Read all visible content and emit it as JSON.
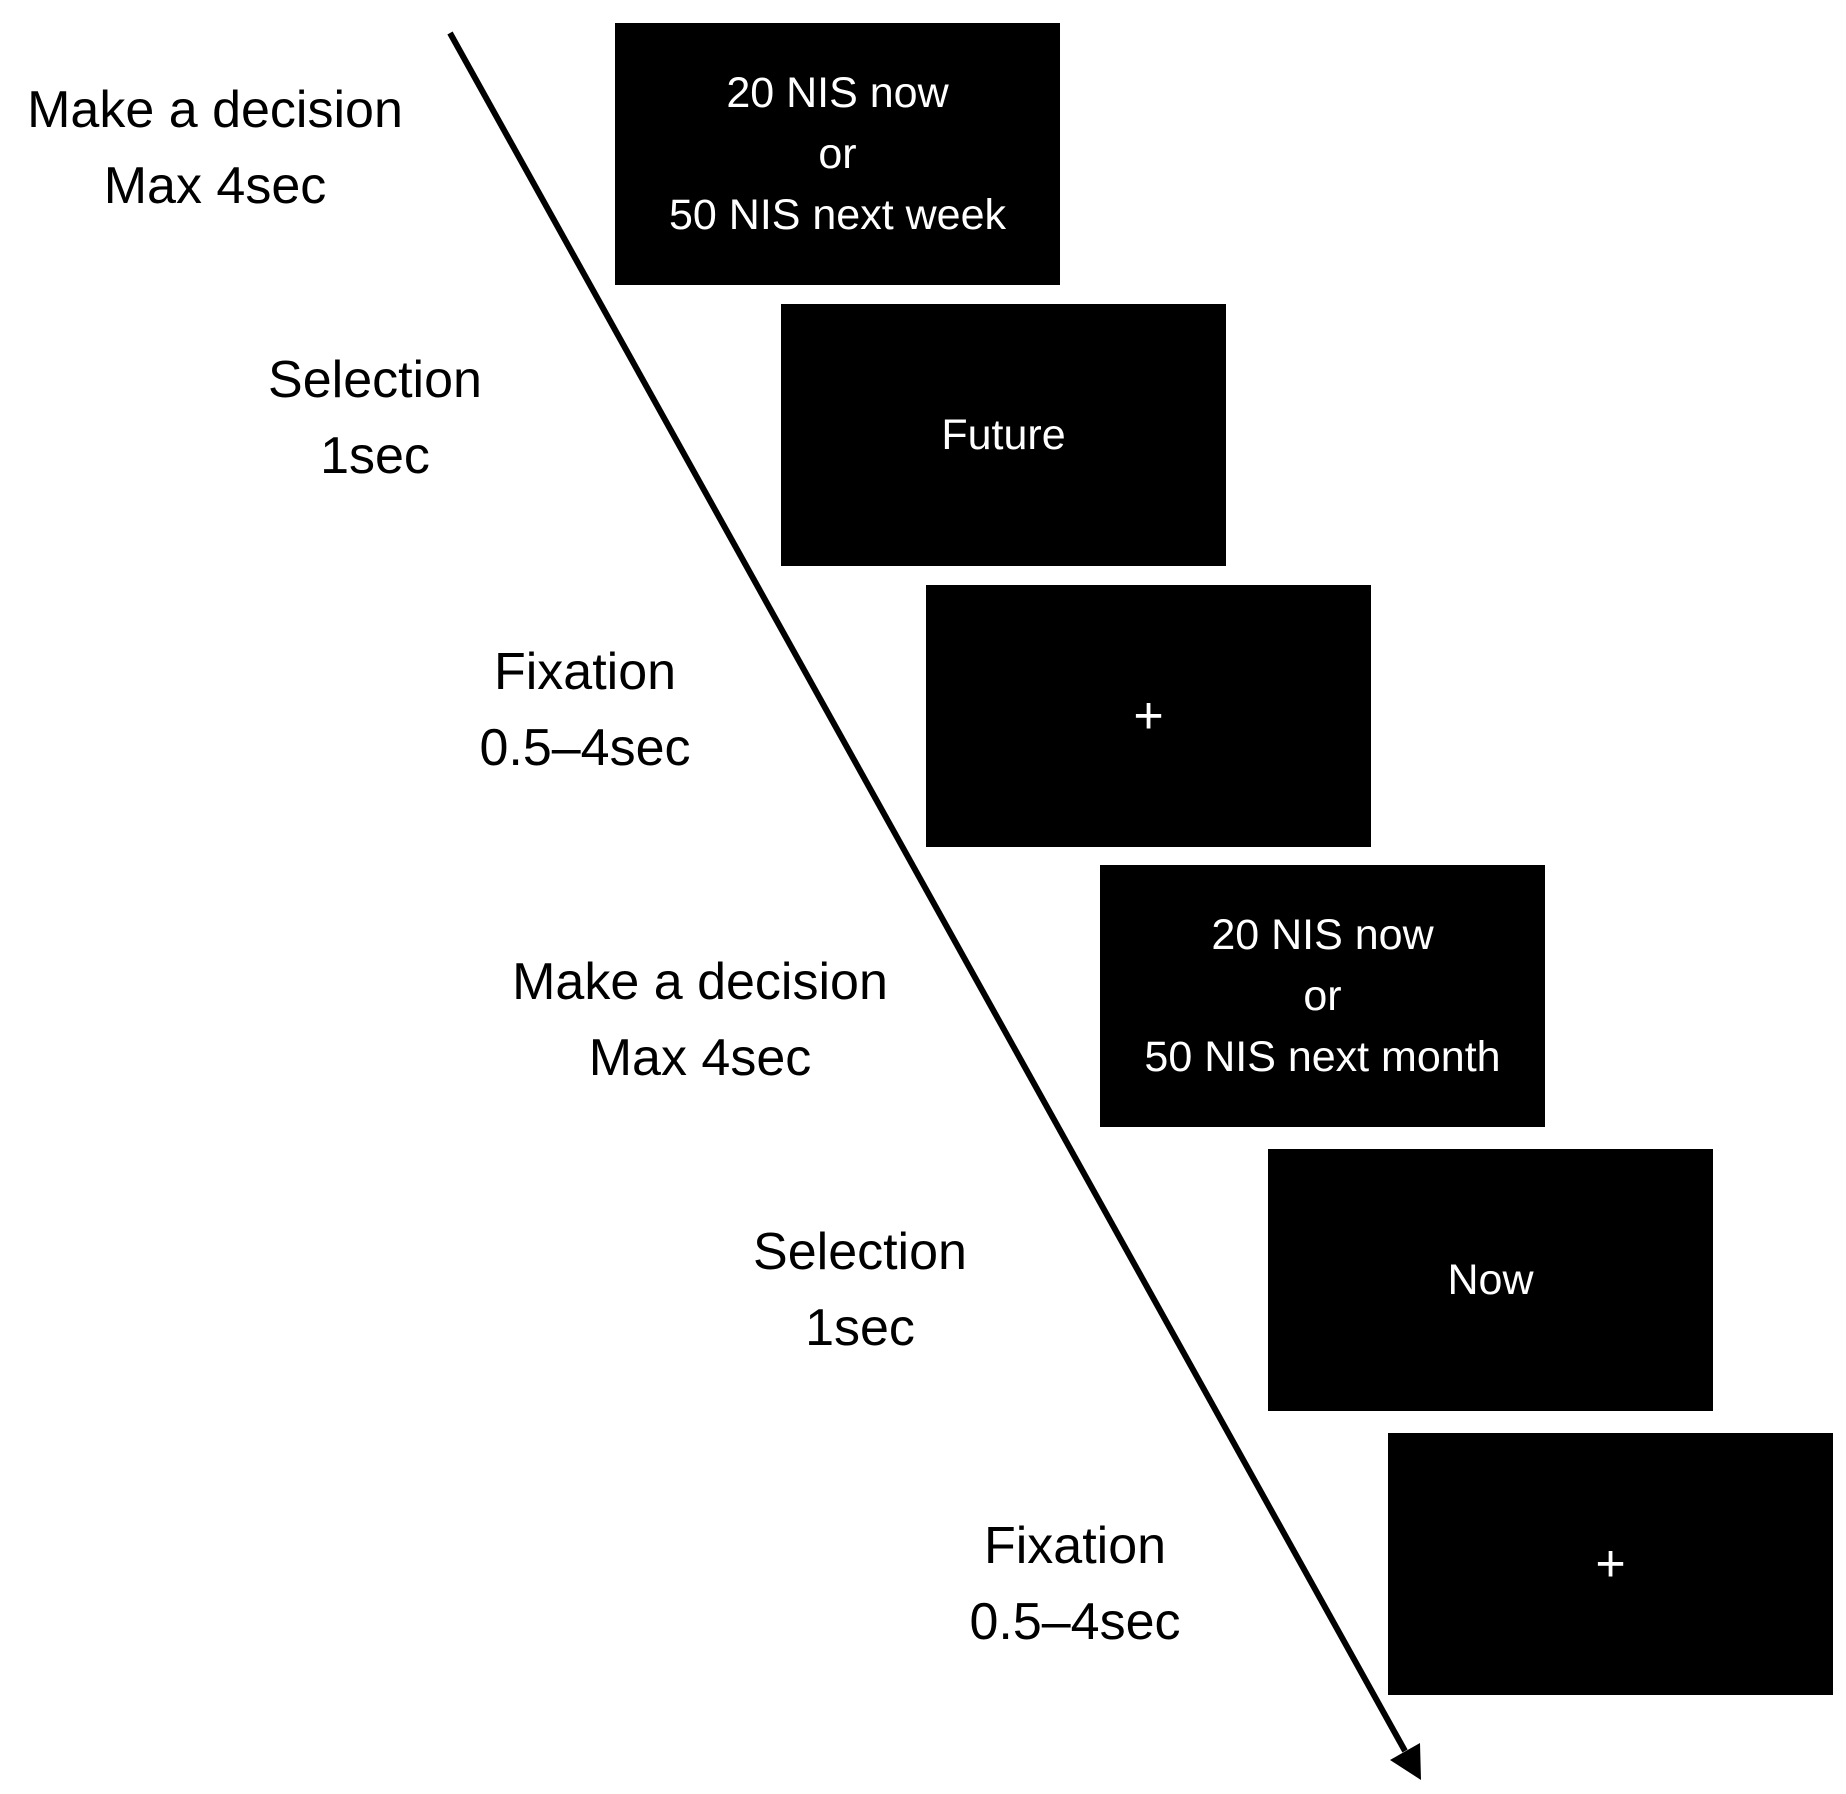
{
  "trials": [
    {
      "step": {
        "name": "Make a decision",
        "duration": "Max 4sec"
      },
      "screen": {
        "lines": [
          "20 NIS now",
          "or",
          "50 NIS next week"
        ]
      }
    },
    {
      "step": {
        "name": "Selection",
        "duration": "1sec"
      },
      "screen": {
        "lines": [
          "Future"
        ]
      }
    },
    {
      "step": {
        "name": "Fixation",
        "duration": "0.5–4sec"
      },
      "screen": {
        "lines": [
          "+"
        ]
      }
    },
    {
      "step": {
        "name": "Make a decision",
        "duration": "Max 4sec"
      },
      "screen": {
        "lines": [
          "20 NIS now",
          "or",
          "50 NIS next month"
        ]
      }
    },
    {
      "step": {
        "name": "Selection",
        "duration": "1sec"
      },
      "screen": {
        "lines": [
          "Now"
        ]
      }
    },
    {
      "step": {
        "name": "Fixation",
        "duration": "0.5–4sec"
      },
      "screen": {
        "lines": [
          "+"
        ]
      }
    }
  ],
  "colors": {
    "background": "#ffffff",
    "screen": "#000000",
    "screen_text": "#ffffff",
    "arrow": "#000000"
  }
}
